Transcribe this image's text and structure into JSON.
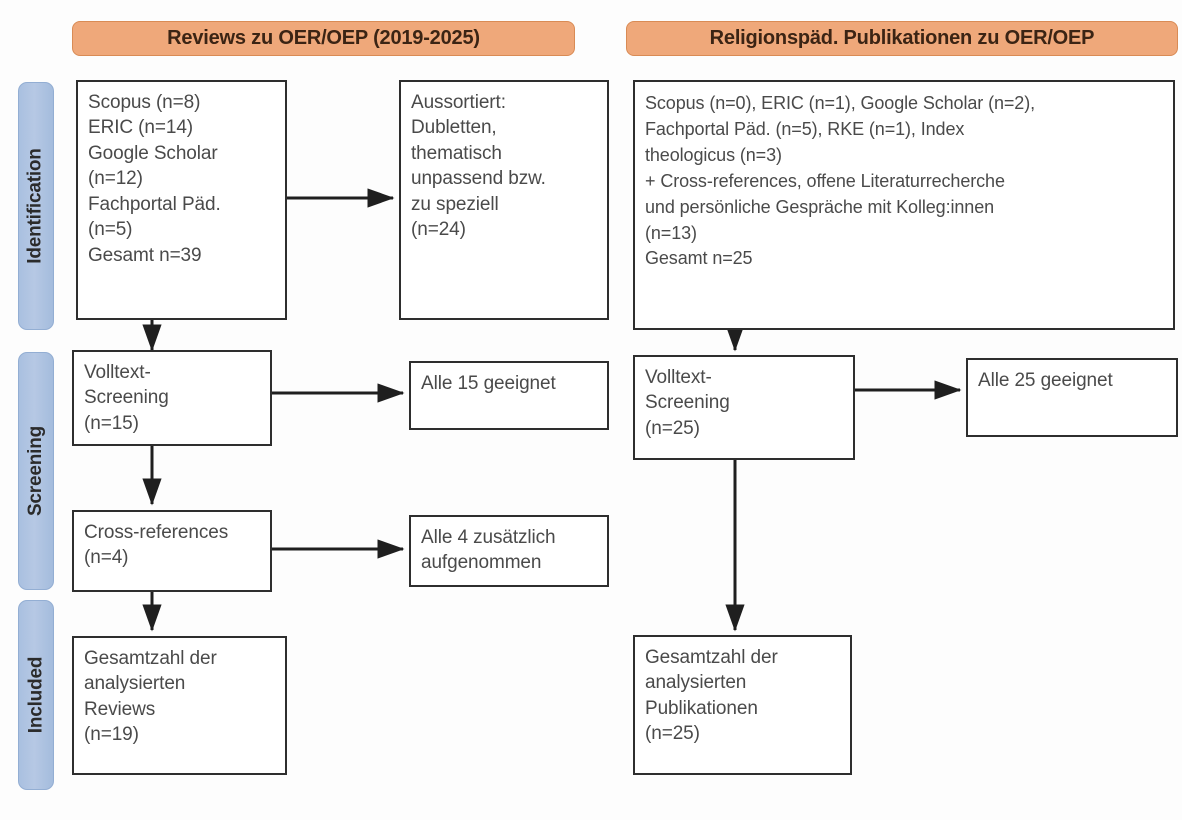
{
  "figure": {
    "type": "prisma-flow-diagram",
    "colors": {
      "header_fill": "#efa87a",
      "header_border": "#d98b55",
      "phase_fill": "#a9c0e0",
      "phase_border": "#93aed3",
      "box_border": "#2e2e2e",
      "text": "#4a4a4a"
    }
  },
  "columns": {
    "left": {
      "header": "Reviews zu OER/OEP (2019-2025)"
    },
    "right": {
      "header": "Religionspäd. Publikationen zu OER/OEP"
    }
  },
  "phases": [
    {
      "id": "identification",
      "label": "Identification"
    },
    {
      "id": "screening",
      "label": "Screening"
    },
    {
      "id": "included",
      "label": "Included"
    }
  ],
  "boxes": {
    "left_identification_sources": "Scopus (n=8)\nERIC (n=14)\nGoogle Scholar\n(n=12)\nFachportal Päd.\n(n=5)\nGesamt n=39",
    "left_excluded": "Aussortiert:\nDubletten,\nthematisch\nunpassend bzw.\nzu speziell\n(n=24)",
    "left_fulltext_screening": "Volltext-\nScreening\n(n=15)",
    "left_fulltext_result": "Alle 15 geeignet",
    "left_cross_references": "Cross-references\n(n=4)",
    "left_cross_references_result": "Alle 4 zusätzlich\naufgenommen",
    "left_included_total": "Gesamtzahl der\nanalysierten\nReviews\n(n=19)",
    "right_identification_sources": "Scopus (n=0), ERIC (n=1), Google Scholar (n=2),\nFachportal Päd. (n=5), RKE (n=1), Index\ntheologicus (n=3)\n+ Cross-references, offene Literaturrecherche\nund persönliche Gespräche mit Kolleg:innen\n(n=13)\nGesamt n=25",
    "right_fulltext_screening": "Volltext-\nScreening\n(n=25)",
    "right_fulltext_result": "Alle 25 geeignet",
    "right_included_total": "Gesamtzahl der\nanalysierten\nPublikationen\n(n=25)"
  },
  "counts": {
    "left_scopus": 8,
    "left_eric": 14,
    "left_google_scholar": 12,
    "left_fachportal": 5,
    "left_total_identified": 39,
    "left_excluded": 24,
    "left_fulltext_screened": 15,
    "left_cross_references": 4,
    "left_included": 19,
    "right_scopus": 0,
    "right_eric": 1,
    "right_google_scholar": 2,
    "right_fachportal": 5,
    "right_rke": 1,
    "right_index_theologicus": 3,
    "right_additional_sources": 13,
    "right_total_identified": 25,
    "right_fulltext_screened": 25,
    "right_included": 25
  }
}
